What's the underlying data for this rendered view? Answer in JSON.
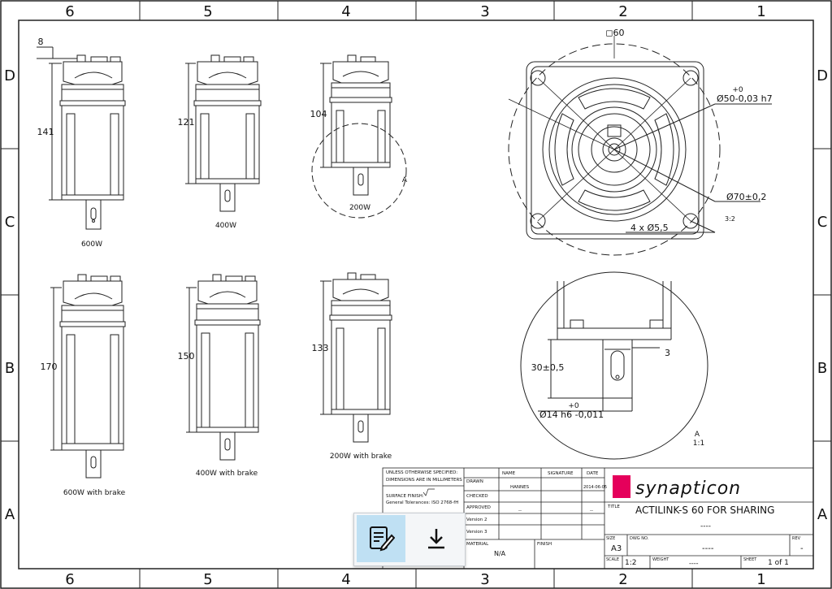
{
  "border": {
    "columns_top": [
      "6",
      "5",
      "4",
      "3",
      "2",
      "1"
    ],
    "columns_bottom": [
      "6",
      "5",
      "4",
      "3",
      "2",
      "1"
    ],
    "rows_left": [
      "D",
      "C",
      "B",
      "A"
    ],
    "rows_right": [
      "D",
      "C",
      "B",
      "A"
    ]
  },
  "views": {
    "m600": {
      "label": "600W",
      "height_dim": "141",
      "offset_dim": "8"
    },
    "m400": {
      "label": "400W",
      "height_dim": "121"
    },
    "m200": {
      "label": "200W",
      "height_dim": "104",
      "detail_marker": "A"
    },
    "m600b": {
      "label": "600W with brake",
      "height_dim": "170"
    },
    "m400b": {
      "label": "400W with brake",
      "height_dim": "150"
    },
    "m200b": {
      "label": "200W with brake",
      "height_dim": "133"
    }
  },
  "front_view": {
    "square": "◻60",
    "tol_plus": "+0",
    "pilot": "Ø50-0,03  h7",
    "pcd": "Ø70±0,2",
    "holes": "4 x Ø5,5",
    "scale": "3:2"
  },
  "detail_view": {
    "shaft_len": "30±0,5",
    "step": "3",
    "tol_plus": "+0",
    "shaft_dia": "Ø14 h6 -0,011",
    "name": "A",
    "scale": "1:1"
  },
  "title_block": {
    "notes1": "UNLESS OTHERWISE SPECIFIED:",
    "notes2": "DIMENSIONS ARE IN MILLIMETERS",
    "surface": "SURFACE FINISH:",
    "tolerances": "General Tolerances: ISO 2768-fH",
    "col_name": "NAME",
    "col_signature": "SIGNATURE",
    "col_date": "DATE",
    "drawn": "DRAWN",
    "drawn_name": "HANNES",
    "drawn_date": "2014-06-05",
    "checked": "CHECKED",
    "approved": "APPROVED",
    "approved_sig": "--",
    "approved_date": "--",
    "version2": "Version 2",
    "version3": "Version 3",
    "material": "MATERIAL",
    "material_value": "N/A",
    "finish": "FINISH",
    "title_label": "TITLE",
    "title": "ACTILINK-S 60 FOR SHARING",
    "title_sub": "----",
    "size_label": "SIZE",
    "size": "A3",
    "dwg_label": "DWG NO.",
    "dwg": "----",
    "rev_label": "REV",
    "rev": "-",
    "scale_label": "SCALE",
    "scale": "1:2",
    "weight_label": "WEIGHT",
    "weight": "----",
    "sheet_label": "SHEET",
    "sheet": "1 of 1",
    "logo_text": "synapticon",
    "brand_color": "#e5005b"
  },
  "toolbar": {
    "edit_icon": "edit-document-icon",
    "download_icon": "download-icon"
  }
}
